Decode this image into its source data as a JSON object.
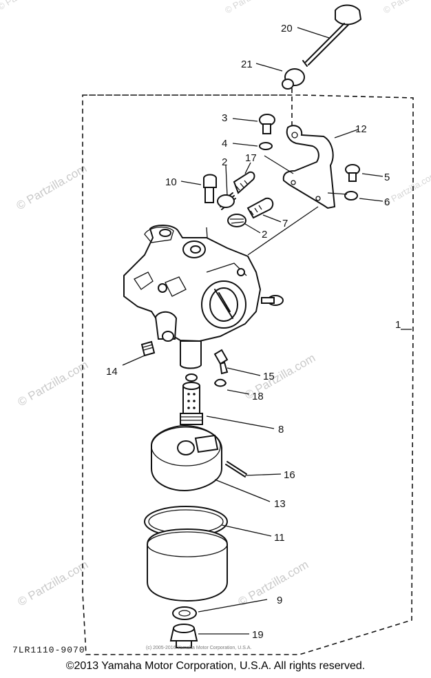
{
  "diagram": {
    "callouts": [
      "20",
      "21",
      "3",
      "12",
      "4",
      "2",
      "17",
      "5",
      "10",
      "6",
      "7",
      "2",
      "1",
      "14",
      "15",
      "18",
      "8",
      "16",
      "13",
      "11",
      "9",
      "19"
    ],
    "part_code": "7LR1110-9070",
    "small_copyright": "(c) 2005-2016 Yamaha Motor Corporation, U.S.A.",
    "watermarks": [
      "© Partzilla.com",
      "© Partzilla.com",
      "© Partzilla.com",
      "© Partzilla.com",
      "© Partzilla.com",
      "© Partzilla.com",
      "© Partzilla.com",
      "© Partzilla.com",
      "© Partzilla.com"
    ]
  },
  "footer": {
    "copyright": "©2013 Yamaha Motor Corporation, U.S.A. All rights reserved."
  }
}
